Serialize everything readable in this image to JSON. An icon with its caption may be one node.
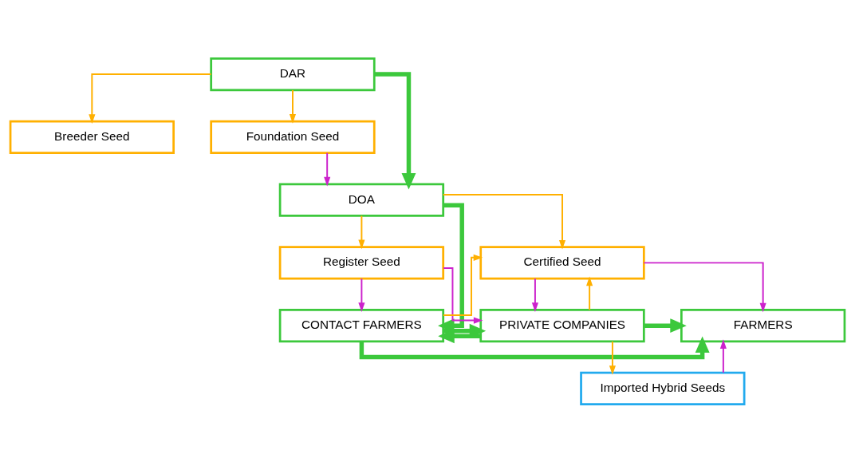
{
  "diagram": {
    "nodes": [
      {
        "text": [
          "DAR"
        ]
      },
      {
        "text": [
          "Breeder Seed"
        ]
      },
      {
        "text": [
          "Foundation Seed"
        ]
      },
      {
        "text": [
          "DOA"
        ]
      },
      {
        "text": [
          "Register Seed"
        ]
      },
      {
        "text": [
          "Certified Seed"
        ]
      },
      {
        "text": [
          "Imported Hybrid Seeds"
        ]
      },
      {
        "text": [
          "CONTACT FARMERS"
        ]
      },
      {
        "text": [
          "PRIVATE COMPANIES"
        ]
      },
      {
        "text": [
          "FARMERS"
        ]
      }
    ],
    "edges": [
      {
        "from": 0,
        "to": 1,
        "arrow": "to",
        "color": "#ffb000"
      },
      {
        "from": 0,
        "to": 2,
        "arrow": "to",
        "color": "#ffb000"
      },
      {
        "from": 0,
        "to": 3,
        "arrow": "to",
        "style": "thick",
        "color": "#3cc83c"
      },
      {
        "from": 2,
        "to": 3,
        "arrow": "to",
        "color": "#cc22cc"
      },
      {
        "from": 3,
        "to": 4,
        "arrow": "to",
        "color": "#ffb000"
      },
      {
        "from": 3,
        "to": 5,
        "arrow": "to",
        "color": "#ffb000"
      },
      {
        "from": 3,
        "to": 7,
        "arrow": "to",
        "style": "thick",
        "color": "#3cc83c"
      },
      {
        "from": 7,
        "to": 5,
        "arrow": "to",
        "color": "#ffb000"
      },
      {
        "from": 4,
        "to": 7,
        "arrow": "to",
        "color": "#cc22cc"
      },
      {
        "from": 4,
        "to": 8,
        "arrow": "to",
        "color": "#cc22cc"
      },
      {
        "from": 5,
        "to": 8,
        "arrow": "to",
        "color": "#cc22cc"
      },
      {
        "from": 8,
        "to": 5,
        "arrow": "to",
        "color": "#ffb000"
      },
      {
        "from": 8,
        "to": 6,
        "arrow": "to",
        "color": "#ffb000"
      },
      {
        "from": 5,
        "to": 9,
        "arrow": "to",
        "color": "#cc22cc"
      },
      {
        "from": 6,
        "to": 9,
        "arrow": "to",
        "color": "#cc22cc"
      },
      {
        "from": 7,
        "to": 8,
        "arrow": "to",
        "style": "thick",
        "color": "#3cc83c"
      },
      {
        "from": 8,
        "to": 7,
        "arrow": "to",
        "style": "thick",
        "color": "#3cc83c"
      },
      {
        "from": 8,
        "to": 9,
        "arrow": "to",
        "style": "thick",
        "color": "#3cc83c"
      },
      {
        "from": 7,
        "to": 9,
        "arrow": "to",
        "style": "thick",
        "color": "#3cc83c"
      }
    ]
  }
}
